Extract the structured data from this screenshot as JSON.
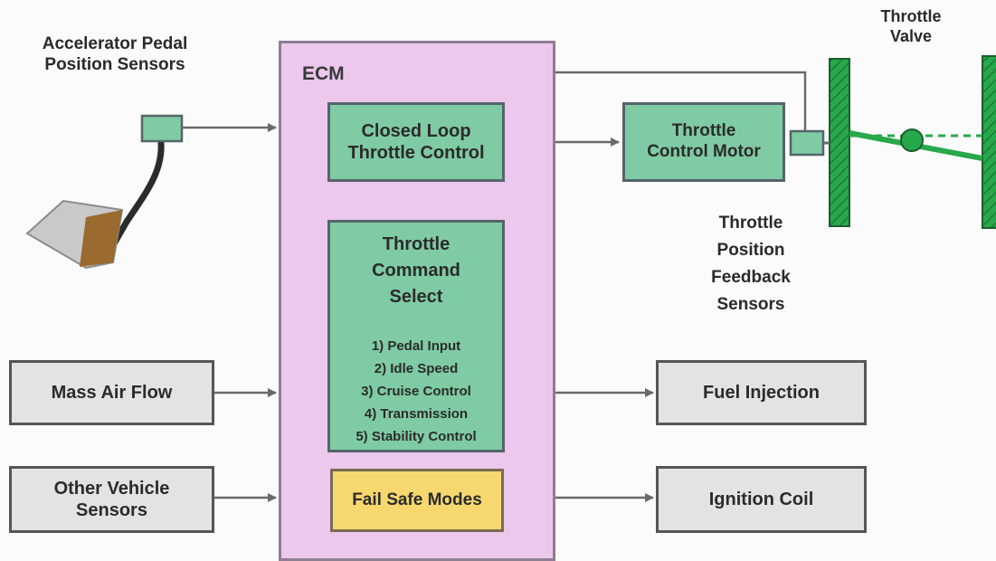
{
  "labels": {
    "accelerator_pedal": "Accelerator Pedal\nPosition Sensors",
    "throttle_valve": "Throttle\nValve",
    "ecm": "ECM",
    "tp_feedback": "Throttle\nPosition\nFeedback\nSensors"
  },
  "blocks": {
    "closed_loop": "Closed Loop\nThrottle Control",
    "throttle_motor": "Throttle\nControl Motor",
    "command_select_title": "Throttle\nCommand\nSelect",
    "command_items": [
      "1) Pedal Input",
      "2) Idle Speed",
      "3) Cruise Control",
      "4) Transmission",
      "5) Stability Control"
    ],
    "fail_safe": "Fail Safe Modes",
    "mass_air_flow": "Mass Air Flow",
    "other_sensors": "Other Vehicle\nSensors",
    "fuel_injection": "Fuel Injection",
    "ignition_coil": "Ignition Coil"
  },
  "colors": {
    "green_block": "#7fcba4",
    "ecm_fill": "#ebc8ec",
    "fail_safe_fill": "#f6d86f",
    "gray_block": "#e3e3e3",
    "valve_green": "#27a84a"
  }
}
